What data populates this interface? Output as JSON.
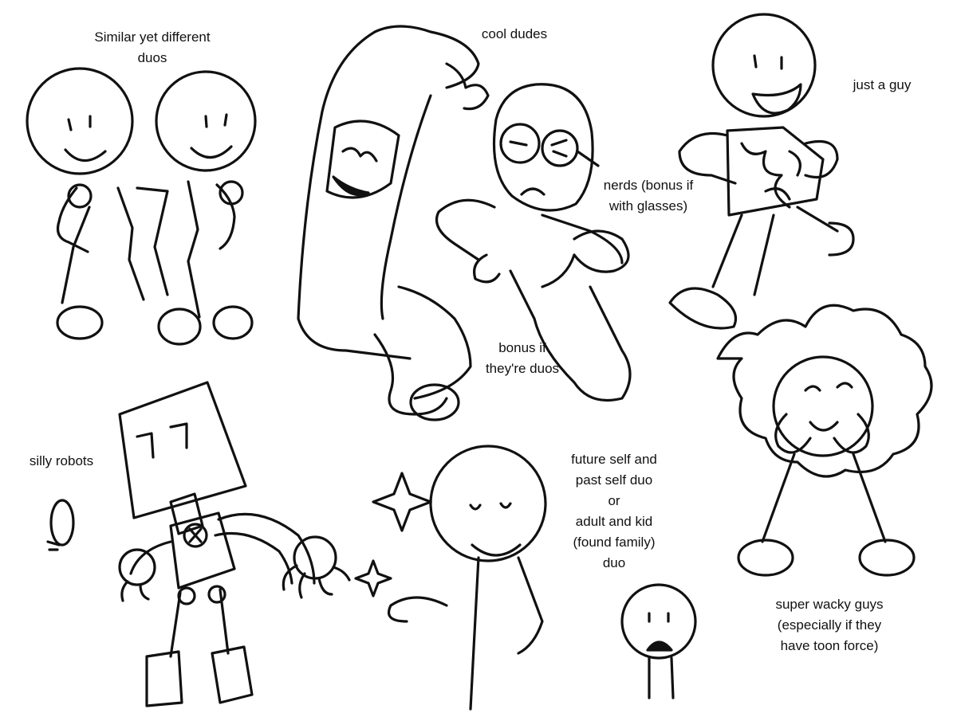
{
  "captions": {
    "duos": [
      "Similar yet different",
      "duos"
    ],
    "cool": [
      "cool dudes"
    ],
    "guy": [
      "just a guy"
    ],
    "nerds": [
      "nerds (bonus if",
      "with glasses)"
    ],
    "bonus": [
      "bonus if",
      "they're duos"
    ],
    "robots": [
      "silly robots"
    ],
    "future": [
      "future self and",
      "past self duo",
      "or",
      "adult and kid",
      "(found family)",
      "duo"
    ],
    "wacky": [
      "super wacky guys",
      "(especially if they",
      "have toon force)"
    ]
  }
}
